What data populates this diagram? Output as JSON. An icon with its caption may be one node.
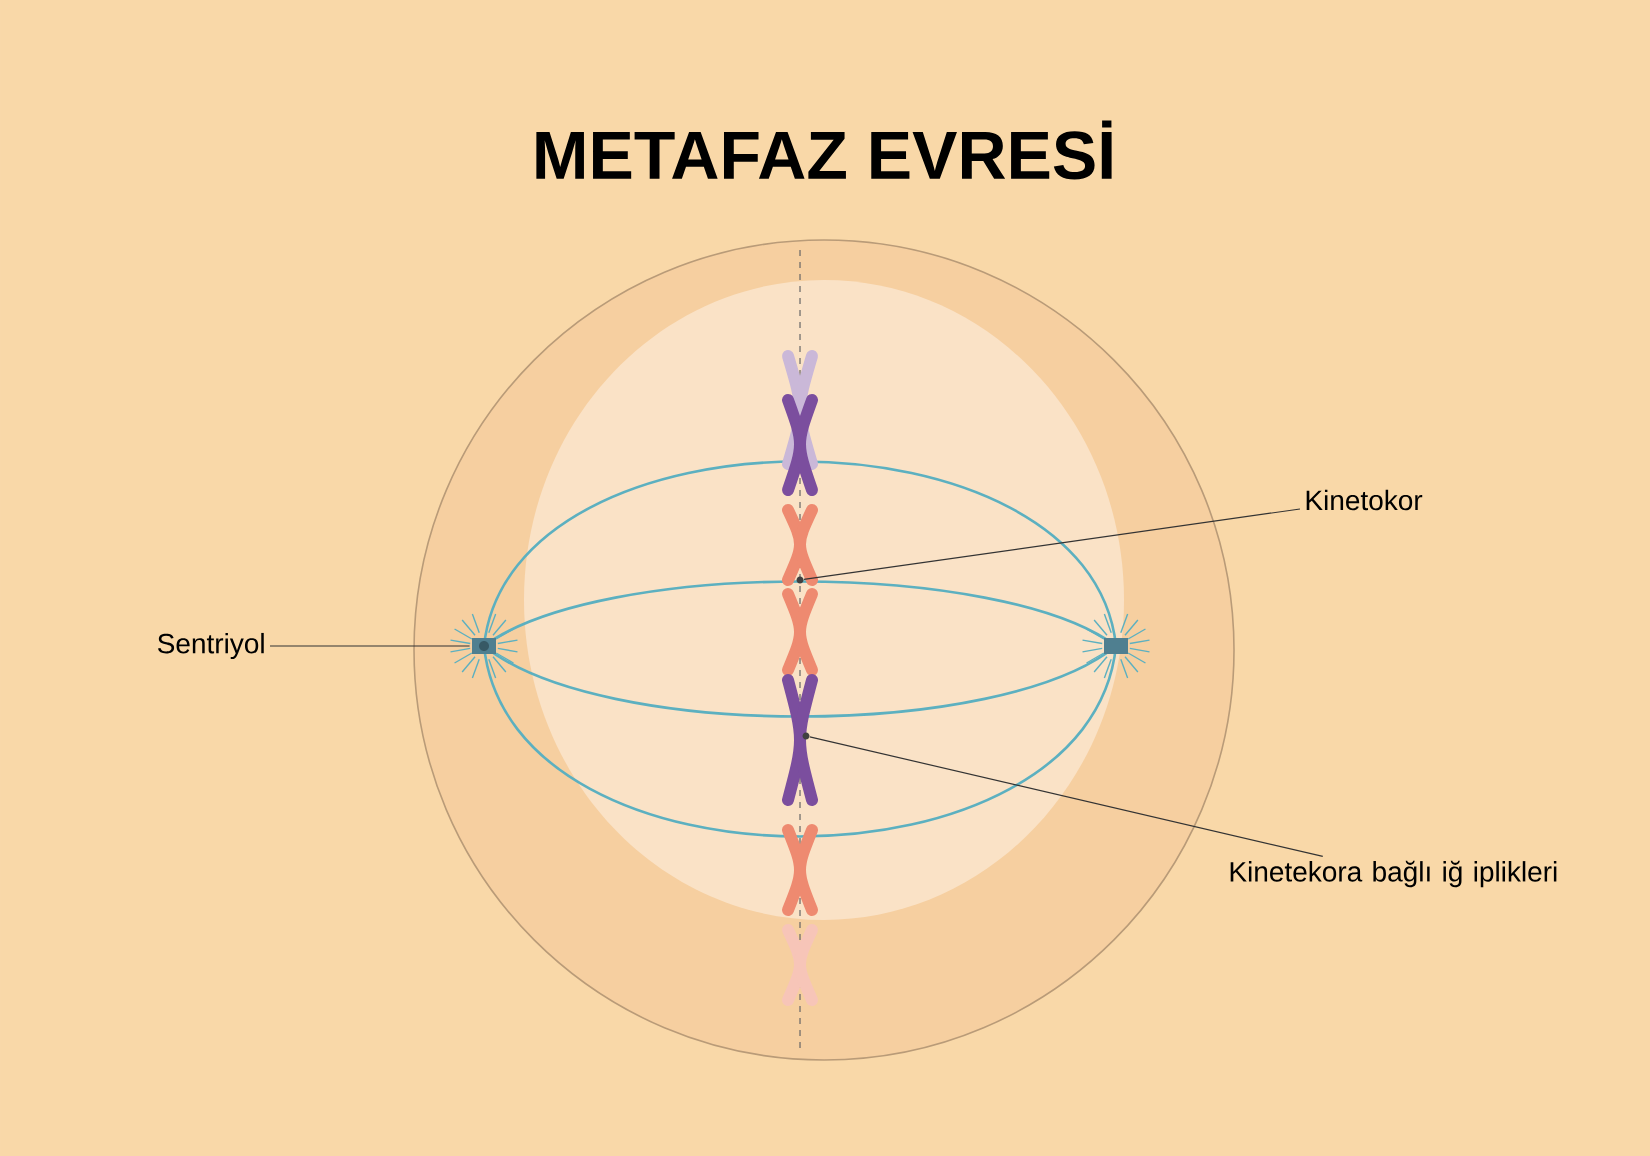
{
  "diagram": {
    "title": "METAFAZ EVRESİ",
    "nodes": [
      {
        "text": [
          "Kinetokor"
        ]
      },
      {
        "text": [
          "Sentriyol"
        ]
      },
      {
        "text": [
          "Kinetekora bağlı iğ iplikleri"
        ]
      },
      {
        "text": [],
        "shape": "circle"
      },
      {
        "text": [],
        "shape": "picture"
      },
      {
        "text": [],
        "shape": "circle"
      }
    ],
    "edges": [
      {
        "from": 0,
        "to": 3,
        "arrow": "none"
      },
      {
        "from": 1,
        "to": 4,
        "arrow": "none"
      },
      {
        "from": 2,
        "to": 5,
        "arrow": "none"
      }
    ]
  }
}
